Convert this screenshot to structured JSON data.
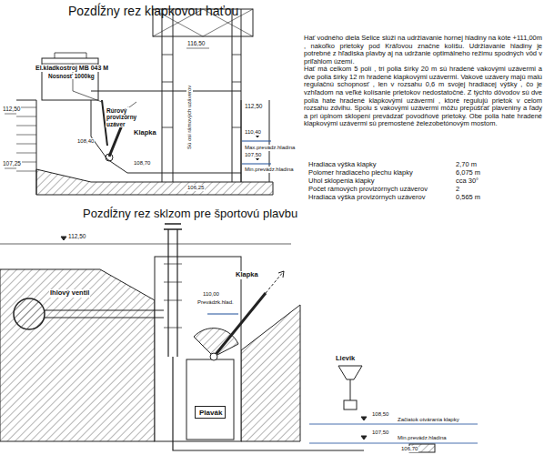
{
  "diagram": {
    "title": "Pozdĺžny rez klapkovou haťou",
    "nodes": [
      {
        "text": [
          "Plavák"
        ]
      }
    ],
    "labels": [
      "El.kladkostroj MB 043 M",
      "Nosnosť 1000kg",
      "116,50",
      "112,50",
      "107,25",
      "Rúrový provizórny uzáver",
      "Klapka",
      "108,40",
      "108,70",
      "Sú osi rámových uzáverov",
      "112,50",
      "110,40",
      "Max.prevádz.hladina",
      "107,50",
      "Min.prevádz.hladina",
      "106,25",
      "Hať vodného diela Selice slúži na udržiavanie hornej hladiny na kóte +111,00m , nakoľko prietoky pod Kráľovou značne kolíšu. Udržiavanie hladiny je potrebné z hľadiska plavby aj na udržanie optimálneho režimu spodných vôd v priľahlom území.",
      "Hať má celkom 5 polí , tri polia šírky 20 m sú hradené vakovými uzávermi a dve polia šírky 12 m hradené klapkovými uzávermi. Vakové uzávery majú malú regulačnú schopnosť , len v rozsahu 0,6 m svojej hradiacej výšky , čo je vzhľadom na veľké kolísanie prietokov nedostatočné. Z týchto dôvodov sú dve polia hate hradené klapkovými uzávermi , ktoré regulujú prietok v celom rozsahu zdvihu. Spolu s vakovými uzávermi môžu prepúšťať plaveniny a ľady a pri úplnom sklopení prevádzať povodňové prietoky. Obe polia hate hradené klapkovými uzávermi sú premostené železobetónovým mostom.",
      "Hradiaca výška klapky",
      "2,70 m",
      "Polomer hradiaceho plechu klapky",
      "6,075 m",
      "Uhol sklopenia klapky",
      "cca 30°",
      "Počet rámových provizórnych uzáverov",
      "2",
      "Hradiaca výška provizórnych uzáverov",
      "0,565 m",
      "Pozdĺžny rez sklzom pre športovú plavbu",
      "112,50",
      "Ihlový ventil",
      "Klapka",
      "110,00",
      "Prevádzk.hlad.",
      "Lievik",
      "108,50",
      "Začiatok otvárania klapky",
      "107,50",
      "Min.prevádz.hladina",
      "106,70"
    ]
  }
}
